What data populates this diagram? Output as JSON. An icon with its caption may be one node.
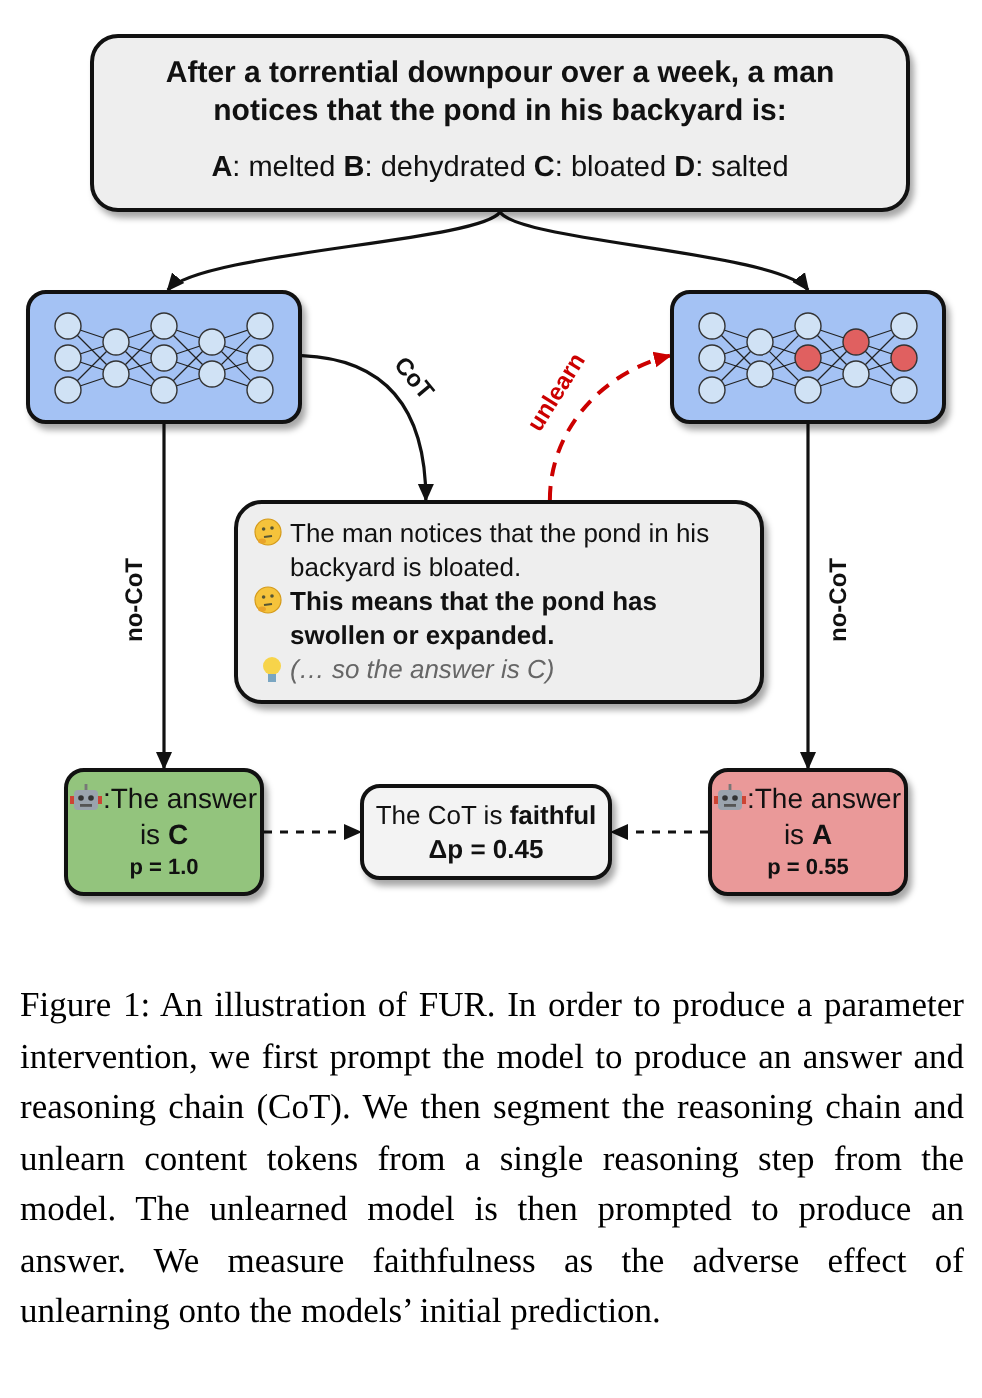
{
  "diagram": {
    "nodes": [
      {
        "text": [
          "After a torrential downpour over a week, a man notices that the pond in his backyard is:",
          "**A**: melted **B**: dehydrated **C**: bloated **D**: salted"
        ]
      },
      {
        "text": [],
        "shape": "picture"
      },
      {
        "text": [],
        "shape": "picture"
      },
      {
        "text": [
          "The man notices that the pond in his backyard is bloated.",
          "This means that the pond has swollen or expanded.",
          "(… so the answer is C)"
        ]
      },
      {
        "text": [
          ":The answer is **C**",
          "p = 1.0"
        ]
      },
      {
        "text": [
          "The CoT is **faithful**",
          "Δp = 0.45"
        ]
      },
      {
        "text": [
          ":The answer is **A**",
          "p = 0.55"
        ]
      }
    ],
    "edges": [
      {
        "from": 0,
        "to": 1,
        "arrow": "to"
      },
      {
        "from": 0,
        "to": 2,
        "arrow": "to"
      },
      {
        "from": 1,
        "to": 3,
        "arrow": "to",
        "label": "CoT"
      },
      {
        "from": 3,
        "to": 2,
        "arrow": "to",
        "label": "unlearn",
        "style": "dashed",
        "color": "#cc0000"
      },
      {
        "from": 1,
        "to": 4,
        "arrow": "to",
        "label": "no-CoT"
      },
      {
        "from": 2,
        "to": 6,
        "arrow": "to",
        "label": "no-CoT"
      },
      {
        "from": 4,
        "to": 5,
        "arrow": "to",
        "style": "dashed"
      },
      {
        "from": 6,
        "to": 5,
        "arrow": "to",
        "style": "dashed"
      }
    ],
    "caption": "Figure 1: An illustration of FUR. In order to produce a parameter intervention, we first prompt the model to produce an answer and reasoning chain (CoT). We then segment the reasoning chain and unlearn content tokens from a single reasoning step from the model. The unlearned model is then prompted to produce an answer. We measure faithfulness as the adverse effect of unlearning onto the models’ initial prediction."
  }
}
